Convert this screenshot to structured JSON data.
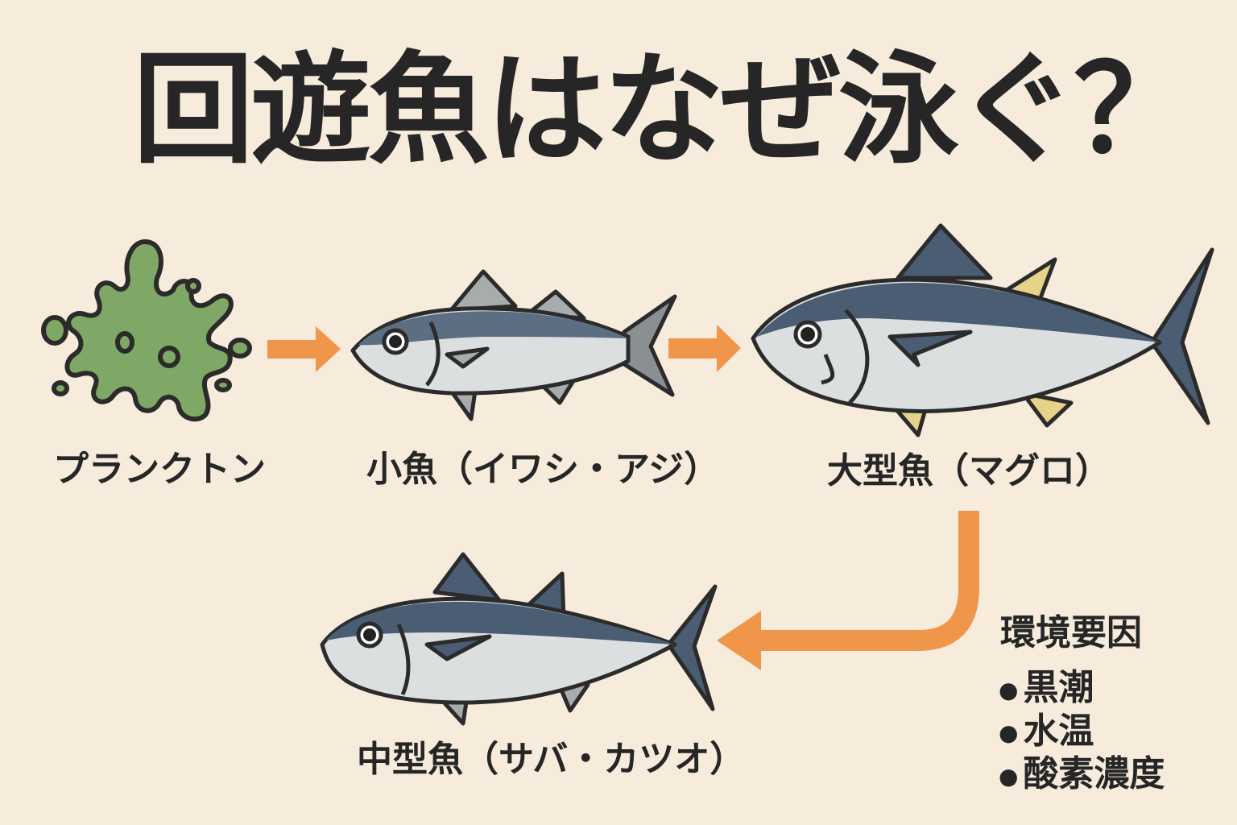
{
  "title": "回遊魚はなぜ泳ぐ？",
  "colors": {
    "background": "#f7ebdc",
    "text": "#262626",
    "arrow": "#f0964a",
    "plankton": "#7fa765",
    "fish_back": "#4a5d73",
    "fish_belly": "#dcdfe0",
    "fin_yellow": "#e6d38a"
  },
  "nodes": [
    {
      "id": "plankton",
      "label": "プランクトン",
      "icon": "plankton-icon"
    },
    {
      "id": "small-fish",
      "label": "小魚（イワシ・アジ）",
      "icon": "small-fish-icon"
    },
    {
      "id": "large-fish",
      "label": "大型魚（マグロ）",
      "icon": "tuna-icon"
    },
    {
      "id": "medium-fish",
      "label": "中型魚（サバ・カツオ）",
      "icon": "bonito-icon"
    }
  ],
  "edges": [
    {
      "from": "plankton",
      "to": "small-fish"
    },
    {
      "from": "small-fish",
      "to": "large-fish"
    },
    {
      "from": "large-fish",
      "to": "medium-fish"
    }
  ],
  "environment": {
    "title": "環境要因",
    "items": [
      "黒潮",
      "水温",
      "酸素濃度"
    ],
    "bullet": "・"
  }
}
